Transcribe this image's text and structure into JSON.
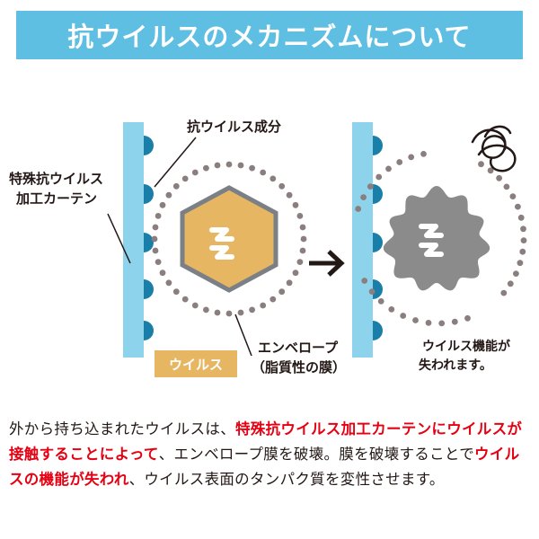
{
  "title": "抗ウイルスのメカニズムについて",
  "labels": {
    "curtain": [
      "特殊抗ウイルス",
      "加工カーテン"
    ],
    "component": "抗ウイルス成分",
    "virus": "ウイルス",
    "envelope": [
      "エンベロープ",
      "（脂質性の膜）"
    ],
    "result": [
      "ウイルス機能が",
      "失われます。"
    ]
  },
  "body_segments": [
    {
      "text": "外から持ち込まれたウイルスは、",
      "emphasis": false
    },
    {
      "text": "特殊抗ウイルス加工カーテンにウイルスが接触することによって",
      "emphasis": true
    },
    {
      "text": "、エンベロープ膜を破壊。膜を破壊することで",
      "emphasis": false
    },
    {
      "text": "ウイルスの機能が失われ",
      "emphasis": true
    },
    {
      "text": "、ウイルス表面のタンパク質を変性させます。",
      "emphasis": false
    }
  ],
  "colors": {
    "title_bg": "#5fbfe3",
    "curtain": "#8ed3ec",
    "component": "#1a7fa8",
    "virus_fill": "#e6b662",
    "virus_stroke": "#7b7f86",
    "envelope_dots": "#8b7e7e",
    "damaged_virus": "#7e7e7e",
    "emphasis": "#e60012"
  },
  "icons": {
    "arrow": "right-arrow-icon",
    "dizzy": "dizzy-scribble-icon"
  }
}
